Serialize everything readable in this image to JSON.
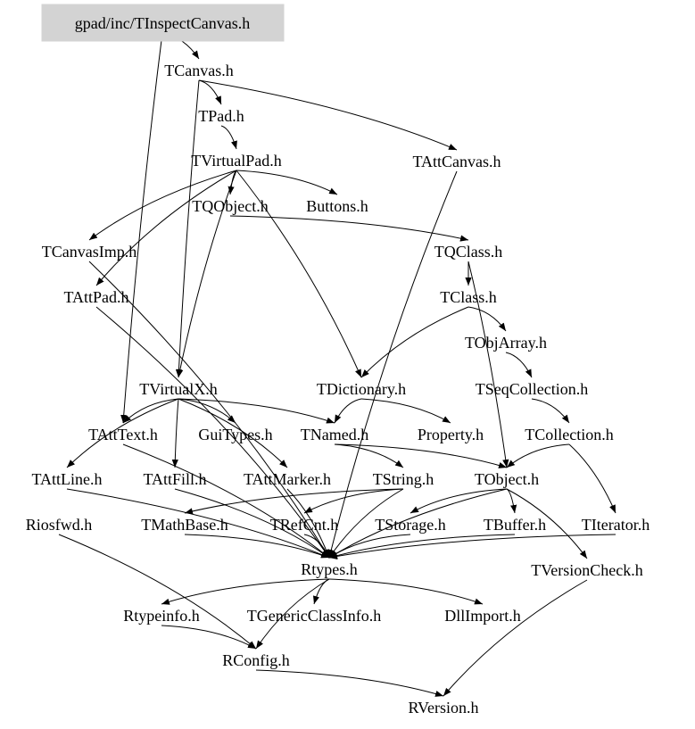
{
  "nodes": [
    {
      "id": "root",
      "label": "gpad/inc/TInspectCanvas.h",
      "highlight": true
    },
    {
      "id": "TCanvas",
      "label": "TCanvas.h"
    },
    {
      "id": "TPad",
      "label": "TPad.h"
    },
    {
      "id": "TVirtualPad",
      "label": "TVirtualPad.h"
    },
    {
      "id": "TAttCanvas",
      "label": "TAttCanvas.h"
    },
    {
      "id": "TQObject",
      "label": "TQObject.h"
    },
    {
      "id": "Buttons",
      "label": "Buttons.h"
    },
    {
      "id": "TCanvasImp",
      "label": "TCanvasImp.h"
    },
    {
      "id": "TQClass",
      "label": "TQClass.h"
    },
    {
      "id": "TAttPad",
      "label": "TAttPad.h"
    },
    {
      "id": "TClass",
      "label": "TClass.h"
    },
    {
      "id": "TObjArray",
      "label": "TObjArray.h"
    },
    {
      "id": "TVirtualX",
      "label": "TVirtualX.h"
    },
    {
      "id": "TDictionary",
      "label": "TDictionary.h"
    },
    {
      "id": "TSeqCollection",
      "label": "TSeqCollection.h"
    },
    {
      "id": "TAttText",
      "label": "TAttText.h"
    },
    {
      "id": "GuiTypes",
      "label": "GuiTypes.h"
    },
    {
      "id": "TNamed",
      "label": "TNamed.h"
    },
    {
      "id": "Property",
      "label": "Property.h"
    },
    {
      "id": "TCollection",
      "label": "TCollection.h"
    },
    {
      "id": "TAttLine",
      "label": "TAttLine.h"
    },
    {
      "id": "TAttFill",
      "label": "TAttFill.h"
    },
    {
      "id": "TAttMarker",
      "label": "TAttMarker.h"
    },
    {
      "id": "TString",
      "label": "TString.h"
    },
    {
      "id": "TObject",
      "label": "TObject.h"
    },
    {
      "id": "Riosfwd",
      "label": "Riosfwd.h"
    },
    {
      "id": "TMathBase",
      "label": "TMathBase.h"
    },
    {
      "id": "TRefCnt",
      "label": "TRefCnt.h"
    },
    {
      "id": "TStorage",
      "label": "TStorage.h"
    },
    {
      "id": "TBuffer",
      "label": "TBuffer.h"
    },
    {
      "id": "TIterator",
      "label": "TIterator.h"
    },
    {
      "id": "Rtypes",
      "label": "Rtypes.h"
    },
    {
      "id": "TVersionCheck",
      "label": "TVersionCheck.h"
    },
    {
      "id": "Rtypeinfo",
      "label": "Rtypeinfo.h"
    },
    {
      "id": "TGenericClassInfo",
      "label": "TGenericClassInfo.h"
    },
    {
      "id": "DllImport",
      "label": "DllImport.h"
    },
    {
      "id": "RConfig",
      "label": "RConfig.h"
    },
    {
      "id": "RVersion",
      "label": "RVersion.h"
    }
  ],
  "edges": [
    [
      "root",
      "TCanvas"
    ],
    [
      "root",
      "TAttText"
    ],
    [
      "TCanvas",
      "TPad"
    ],
    [
      "TCanvas",
      "TAttCanvas"
    ],
    [
      "TCanvas",
      "TVirtualX"
    ],
    [
      "TPad",
      "TVirtualPad"
    ],
    [
      "TVirtualPad",
      "TQObject"
    ],
    [
      "TVirtualPad",
      "Buttons"
    ],
    [
      "TVirtualPad",
      "TCanvasImp"
    ],
    [
      "TVirtualPad",
      "TAttPad"
    ],
    [
      "TVirtualPad",
      "TVirtualX"
    ],
    [
      "TVirtualPad",
      "TDictionary"
    ],
    [
      "TQObject",
      "TQClass"
    ],
    [
      "TQClass",
      "TClass"
    ],
    [
      "TQClass",
      "TObject"
    ],
    [
      "TClass",
      "TObjArray"
    ],
    [
      "TClass",
      "TDictionary"
    ],
    [
      "TObjArray",
      "TSeqCollection"
    ],
    [
      "TSeqCollection",
      "TCollection"
    ],
    [
      "TCollection",
      "TObject"
    ],
    [
      "TCollection",
      "TIterator"
    ],
    [
      "TDictionary",
      "TNamed"
    ],
    [
      "TDictionary",
      "Property"
    ],
    [
      "TNamed",
      "TObject"
    ],
    [
      "TNamed",
      "TString"
    ],
    [
      "TVirtualX",
      "TAttText"
    ],
    [
      "TVirtualX",
      "GuiTypes"
    ],
    [
      "TVirtualX",
      "TAttLine"
    ],
    [
      "TVirtualX",
      "TAttFill"
    ],
    [
      "TVirtualX",
      "TAttMarker"
    ],
    [
      "TVirtualX",
      "TNamed"
    ],
    [
      "TAttText",
      "Rtypes"
    ],
    [
      "TAttLine",
      "Rtypes"
    ],
    [
      "TAttFill",
      "Rtypes"
    ],
    [
      "TAttMarker",
      "Rtypes"
    ],
    [
      "TString",
      "TRefCnt"
    ],
    [
      "TString",
      "TMathBase"
    ],
    [
      "TString",
      "Rtypes"
    ],
    [
      "TObject",
      "TStorage"
    ],
    [
      "TObject",
      "TBuffer"
    ],
    [
      "TObject",
      "Rtypes"
    ],
    [
      "TObject",
      "TVersionCheck"
    ],
    [
      "TMathBase",
      "Rtypes"
    ],
    [
      "TRefCnt",
      "Rtypes"
    ],
    [
      "TStorage",
      "Rtypes"
    ],
    [
      "TIterator",
      "Rtypes"
    ],
    [
      "TBuffer",
      "Rtypes"
    ],
    [
      "TAttCanvas",
      "Rtypes"
    ],
    [
      "TCanvasImp",
      "Rtypes"
    ],
    [
      "TAttPad",
      "Rtypes"
    ],
    [
      "Riosfwd",
      "RConfig"
    ],
    [
      "Rtypes",
      "Rtypeinfo"
    ],
    [
      "Rtypes",
      "TGenericClassInfo"
    ],
    [
      "Rtypes",
      "DllImport"
    ],
    [
      "Rtypes",
      "RConfig"
    ],
    [
      "Rtypeinfo",
      "RConfig"
    ],
    [
      "RConfig",
      "RVersion"
    ],
    [
      "TVersionCheck",
      "RVersion"
    ]
  ]
}
